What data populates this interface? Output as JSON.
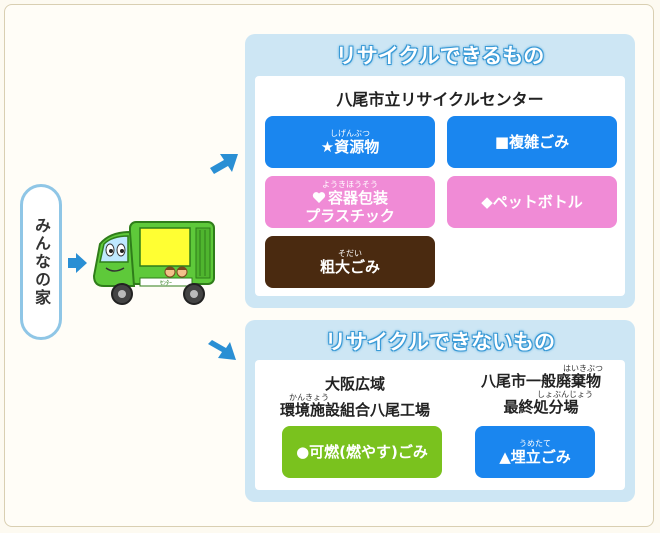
{
  "home": {
    "label": "みんなの家"
  },
  "truck": {
    "side_text": "ｾﾝﾀｰ"
  },
  "recyclable": {
    "title": "リサイクルできるもの",
    "facility": "八尾市立リサイクルセンター",
    "items": [
      {
        "ruby": "しげんぶつ",
        "label": "★資源物"
      },
      {
        "ruby": "",
        "label": "■複雑ごみ"
      },
      {
        "ruby": "ようきほうそう",
        "label": "容器包装",
        "label2": "プラスチック"
      },
      {
        "ruby": "",
        "label": "◆ペットボトル"
      },
      {
        "ruby": "そだい",
        "label": "粗大ごみ"
      }
    ]
  },
  "non_recyclable": {
    "title": "リサイクルできないもの",
    "left_block": {
      "line1": "大阪広域",
      "ruby": "かんきょう",
      "line2": "環境施設組合八尾工場",
      "button": "●可燃(燃やす)ごみ"
    },
    "right_block": {
      "ruby1": "はいきぶつ",
      "line1": "八尾市一般廃棄物",
      "ruby2": "しょぶんじょう",
      "line2": "最終処分場",
      "button_ruby": "うめたて",
      "button": "▲埋立ごみ"
    }
  },
  "colors": {
    "blue": "#1a86ef",
    "pink": "#f08bd6",
    "brown": "#4a2a10",
    "green": "#7ac21e",
    "panel": "#cde6f4",
    "arrow": "#2a8fd4"
  }
}
